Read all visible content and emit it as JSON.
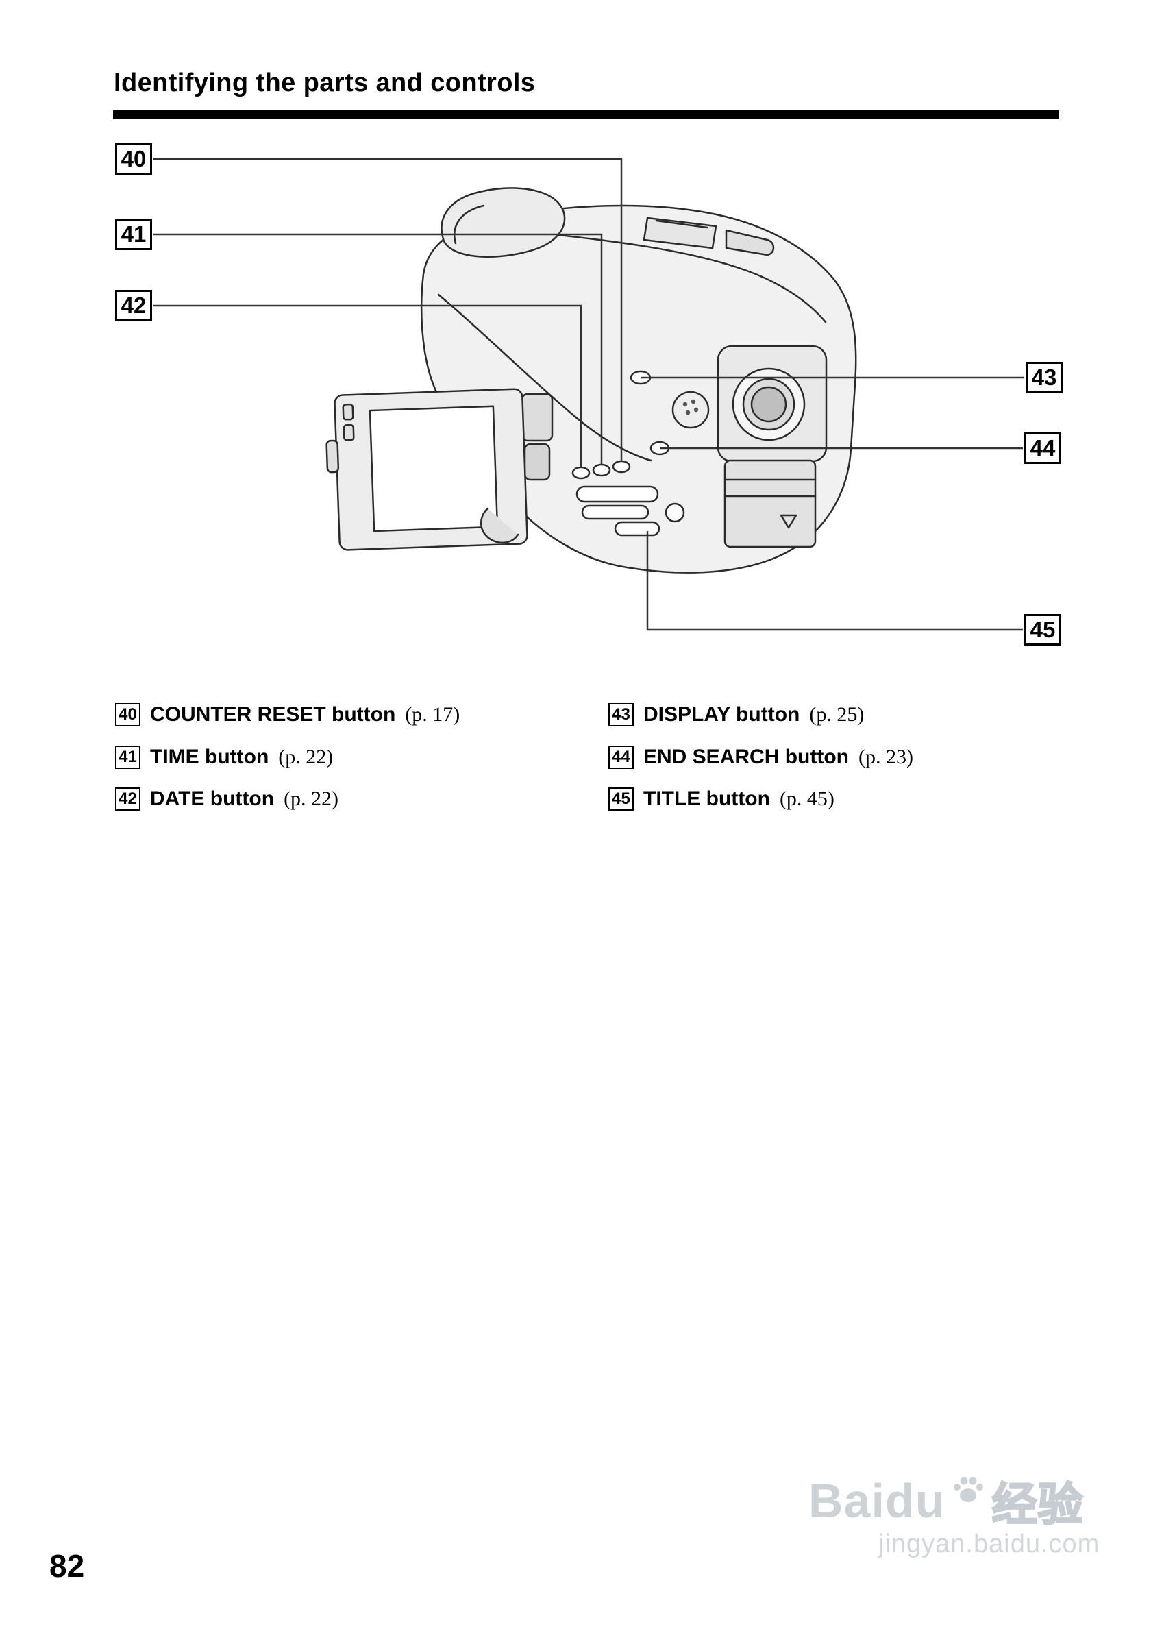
{
  "page": {
    "title": "Identifying the parts and controls",
    "page_number": "82"
  },
  "diagram": {
    "callouts": [
      {
        "id": "40"
      },
      {
        "id": "41"
      },
      {
        "id": "42"
      },
      {
        "id": "43"
      },
      {
        "id": "44"
      },
      {
        "id": "45"
      }
    ]
  },
  "legend": {
    "left": [
      {
        "num": "40",
        "name": "COUNTER RESET button",
        "ref": "(p. 17)"
      },
      {
        "num": "41",
        "name": "TIME button",
        "ref": "(p. 22)"
      },
      {
        "num": "42",
        "name": "DATE button",
        "ref": "(p. 22)"
      }
    ],
    "right": [
      {
        "num": "43",
        "name": "DISPLAY button",
        "ref": "(p. 25)"
      },
      {
        "num": "44",
        "name": "END SEARCH button",
        "ref": "(p. 23)"
      },
      {
        "num": "45",
        "name": "TITLE button",
        "ref": "(p. 45)"
      }
    ]
  },
  "watermark": {
    "brand": "Baidu",
    "brand_cn": "经验",
    "url": "jingyan.baidu.com"
  }
}
